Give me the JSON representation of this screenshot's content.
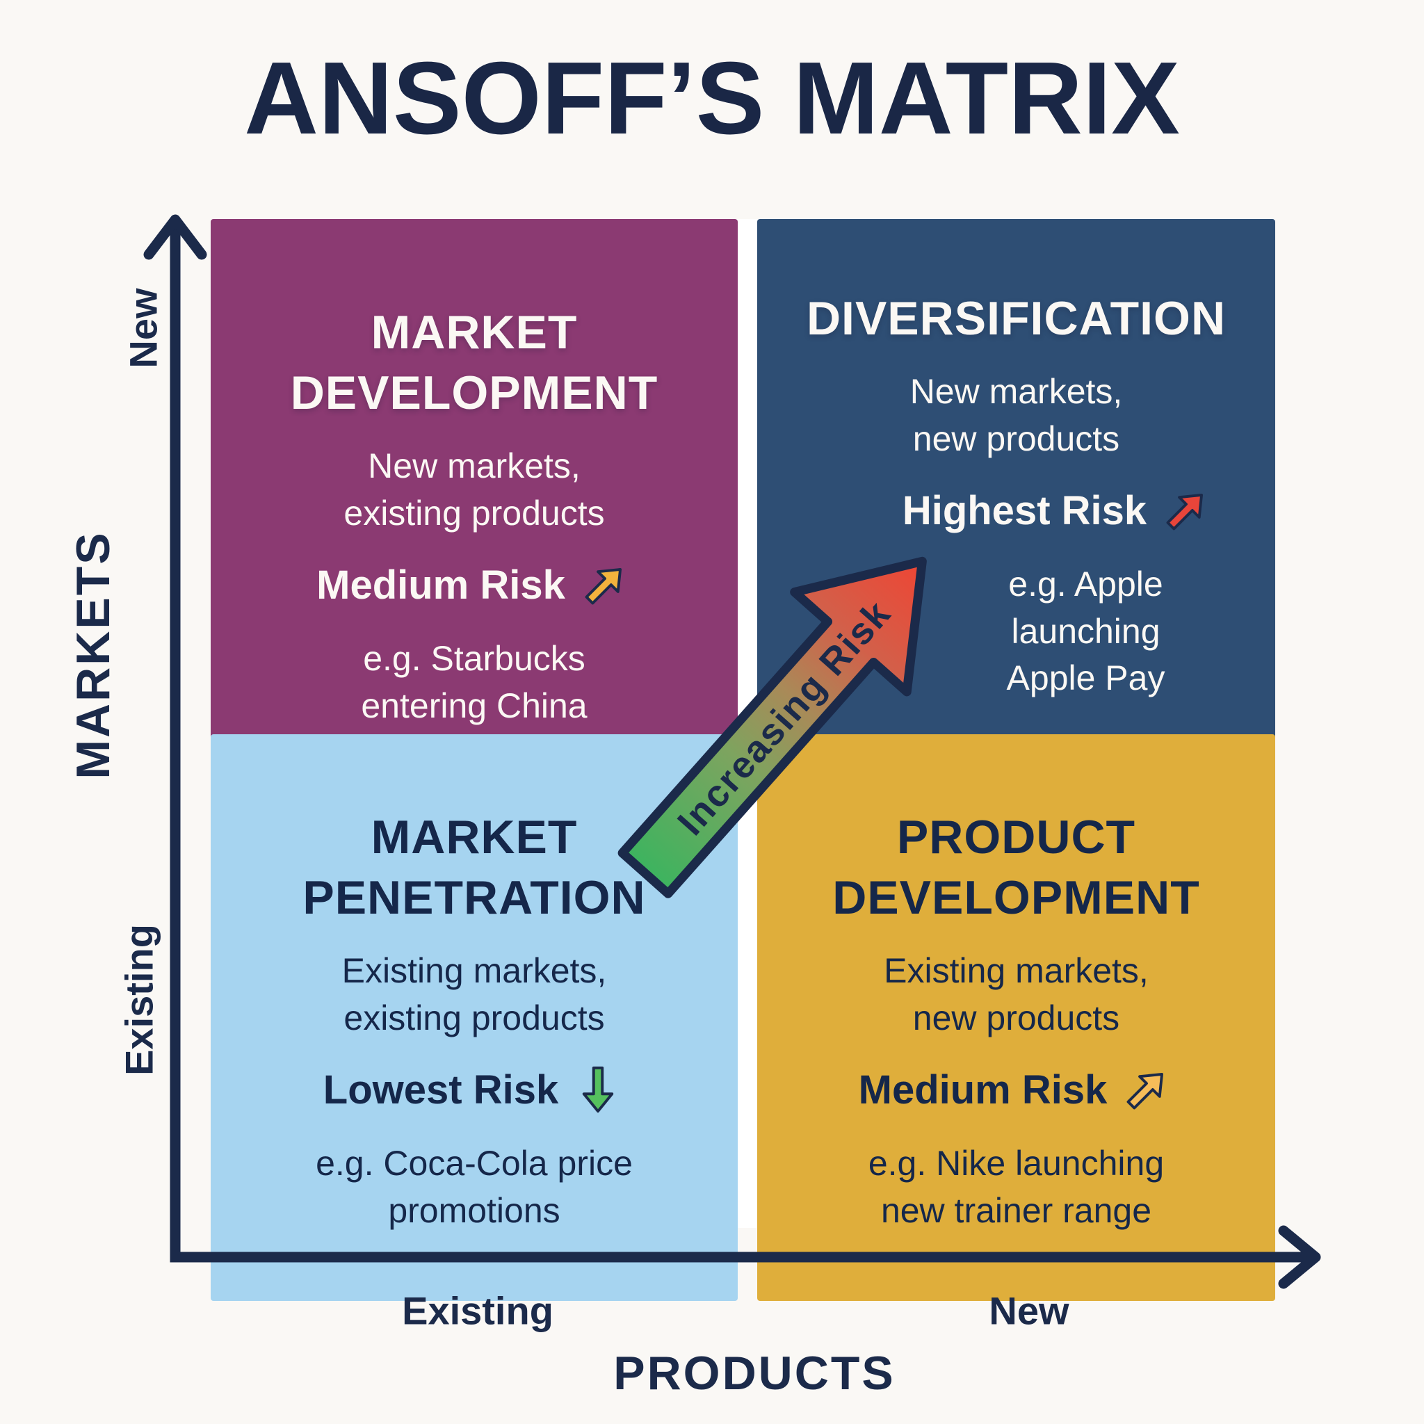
{
  "title": "ANSOFF’S MATRIX",
  "colors": {
    "background": "#faf8f5",
    "navy_text": "#1b2a4a",
    "quadrant_market_development": "#8b3a72",
    "quadrant_diversification": "#2e4e74",
    "quadrant_market_penetration": "#a6d4f0",
    "quadrant_product_development": "#dfae3b",
    "risk_icon_medium": "#f2b33d",
    "risk_icon_highest": "#e8453a",
    "risk_icon_lowest": "#55c05e",
    "risk_icon_medium_light": "#f6bd59",
    "center_arrow_gradient_start": "#3cb45f",
    "center_arrow_gradient_end": "#ee4534"
  },
  "y_axis": {
    "title": "MARKETS",
    "top_label": "New",
    "bottom_label": "Existing"
  },
  "x_axis": {
    "title": "PRODUCTS",
    "left_label": "Existing",
    "right_label": "New"
  },
  "center_arrow": {
    "label": "Increasing Risk"
  },
  "quadrants": {
    "market_development": {
      "title": "MARKET\nDEVELOPMENT",
      "description": "New markets,\nexisting products",
      "risk_label": "Medium Risk",
      "risk_icon": "arrow-up-right",
      "example": "e.g. Starbucks\nentering China"
    },
    "diversification": {
      "title": "DIVERSIFICATION",
      "description": "New markets,\nnew products",
      "risk_label": "Highest Risk",
      "risk_icon": "arrow-up-right",
      "example": "e.g. Apple\nlaunching\nApple Pay"
    },
    "market_penetration": {
      "title": "MARKET\nPENETRATION",
      "description": "Existing markets,\nexisting products",
      "risk_label": "Lowest Risk",
      "risk_icon": "arrow-down",
      "example": "e.g. Coca-Cola price\npromotions"
    },
    "product_development": {
      "title": "PRODUCT\nDEVELOPMENT",
      "description": "Existing markets,\nnew products",
      "risk_label": "Medium Risk",
      "risk_icon": "arrow-up-right",
      "example": "e.g. Nike launching\nnew trainer range"
    }
  }
}
